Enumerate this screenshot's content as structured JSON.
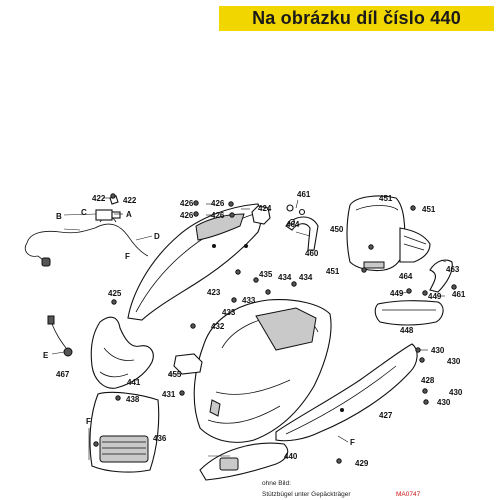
{
  "banner": {
    "text": "Na obrázku díl číslo 440",
    "color": "#f2d600"
  },
  "labels": {
    "l422a": "422",
    "l422b": "422",
    "lA": "A",
    "lB": "B",
    "lC": "C",
    "lD": "D",
    "lE": "E",
    "l426a": "426",
    "l426b": "426",
    "l426c": "426",
    "l426d": "426",
    "l424": "424",
    "l461a": "461",
    "l461b": "461",
    "l464a": "464",
    "l460": "460",
    "l451a": "451",
    "l451b": "451",
    "l451c": "451",
    "l450": "450",
    "lFa": "F",
    "l425": "425",
    "l423": "423",
    "l435": "435",
    "l434a": "434",
    "l434b": "434",
    "l433a": "433",
    "l433b": "433",
    "l432": "432",
    "l464b": "464",
    "l463": "463",
    "l449a": "449",
    "l449b": "449",
    "l448": "448",
    "l467": "467",
    "l441": "441",
    "l438": "438",
    "l455": "455",
    "l431": "431",
    "l430a": "430",
    "l430b": "430",
    "l430c": "430",
    "l430d": "430",
    "l428": "428",
    "l427": "427",
    "lFb": "F",
    "lFc": "F",
    "l436": "436",
    "l440": "440",
    "l429": "429"
  },
  "footer": {
    "note_line1": "ohne Bild:",
    "note_line2": "Stützbügel unter Gepäckträger",
    "code": "MA0747"
  }
}
